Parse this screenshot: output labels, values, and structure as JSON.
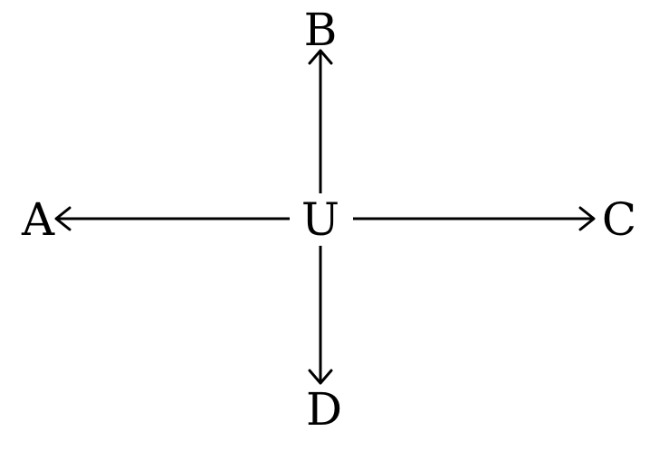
{
  "diagram": {
    "nodes": {
      "center": "U",
      "top": "B",
      "left": "A",
      "right": "C",
      "bottom": "D"
    },
    "edges": [
      {
        "from": "U",
        "to": "B"
      },
      {
        "from": "U",
        "to": "A"
      },
      {
        "from": "U",
        "to": "C"
      },
      {
        "from": "U",
        "to": "D"
      }
    ],
    "colors": {
      "stroke": "#000000",
      "background": "#ffffff"
    }
  }
}
